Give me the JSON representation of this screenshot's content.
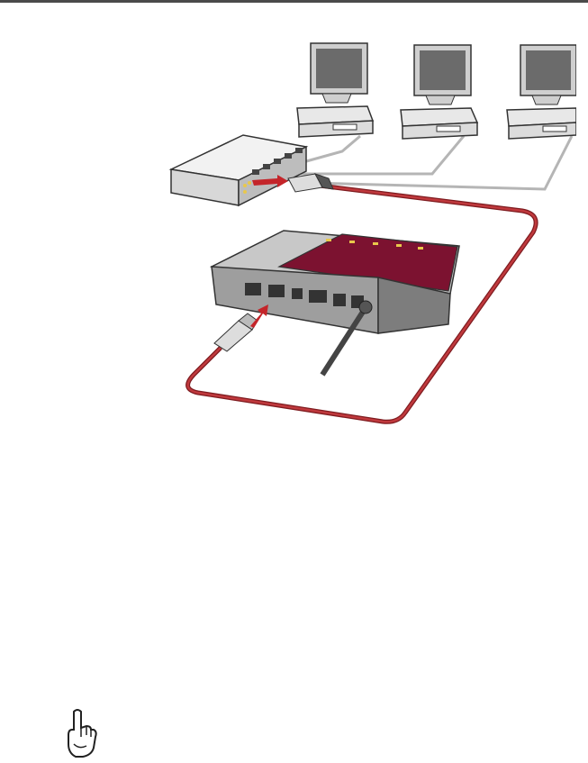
{
  "header": {
    "rule_color": "#4a4a4a"
  },
  "illustration": {
    "devices": [
      "desktop-computer",
      "desktop-computer",
      "desktop-computer",
      "network-switch",
      "router"
    ],
    "cable_color": "#b3262b",
    "router_accent_color": "#7c1230",
    "led_color": "#e9c84b",
    "device_gray": "#8a8a8a"
  },
  "note": {
    "icon": "pointing-hand-icon"
  }
}
